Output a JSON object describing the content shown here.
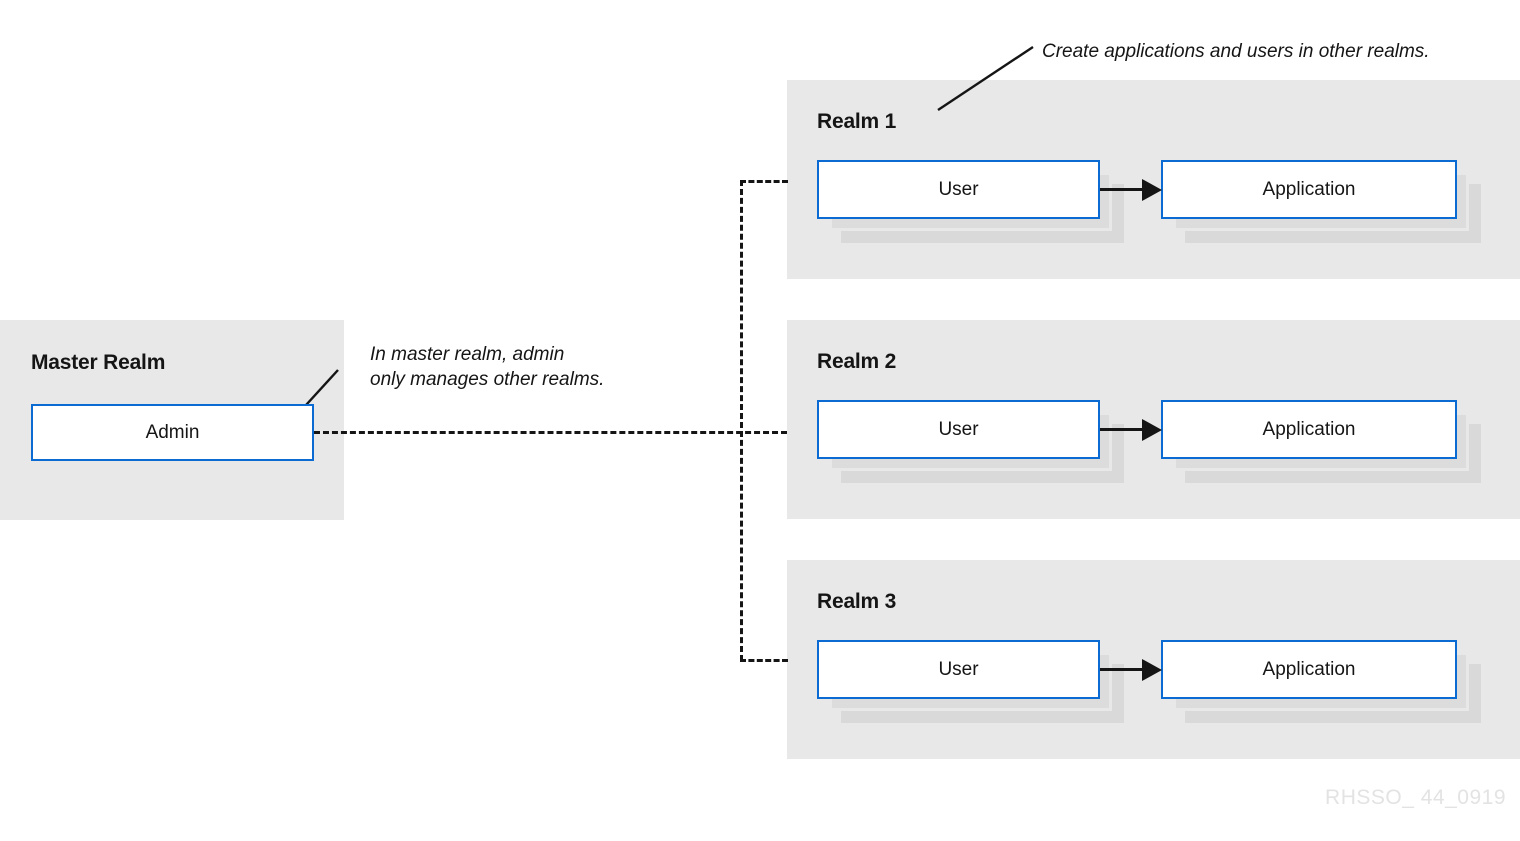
{
  "diagram": {
    "watermark": "RHSSO_ 44_0919",
    "master": {
      "title": "Master Realm",
      "admin_label": "Admin",
      "annotation": "In master realm, admin\nonly manages other realms."
    },
    "realms_annotation": "Create applications and users in other realms.",
    "realms": [
      {
        "title": "Realm 1",
        "user_label": "User",
        "app_label": "Application"
      },
      {
        "title": "Realm 2",
        "user_label": "User",
        "app_label": "Application"
      },
      {
        "title": "Realm 3",
        "user_label": "User",
        "app_label": "Application"
      }
    ],
    "colors": {
      "panel_background": "#e8e8e8",
      "node_border": "#0b6bd3",
      "node_fill": "#ffffff",
      "text": "#151515",
      "stack_shadow_1": "#dcdcdc",
      "stack_shadow_2": "#d9d9d9",
      "watermark": "#e3e3e3",
      "page_background": "#ffffff"
    }
  }
}
